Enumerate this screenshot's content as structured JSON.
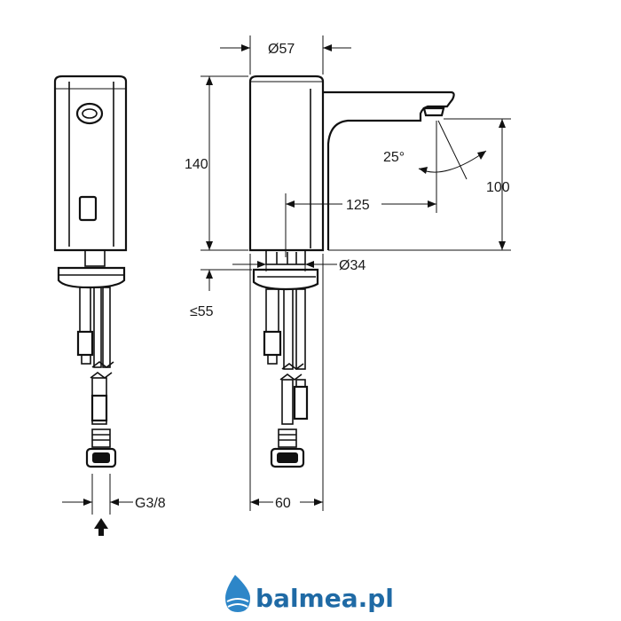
{
  "dimensions": {
    "diameter_top": "Ø57",
    "height": "140",
    "spout_reach": "125",
    "spout_height": "100",
    "angle": "25°",
    "diameter_base": "Ø34",
    "mount_depth": "≤55",
    "base_width": "60",
    "thread": "G3/8"
  },
  "brand": {
    "name": "balmea.pl",
    "color": "#1f6aa5"
  }
}
